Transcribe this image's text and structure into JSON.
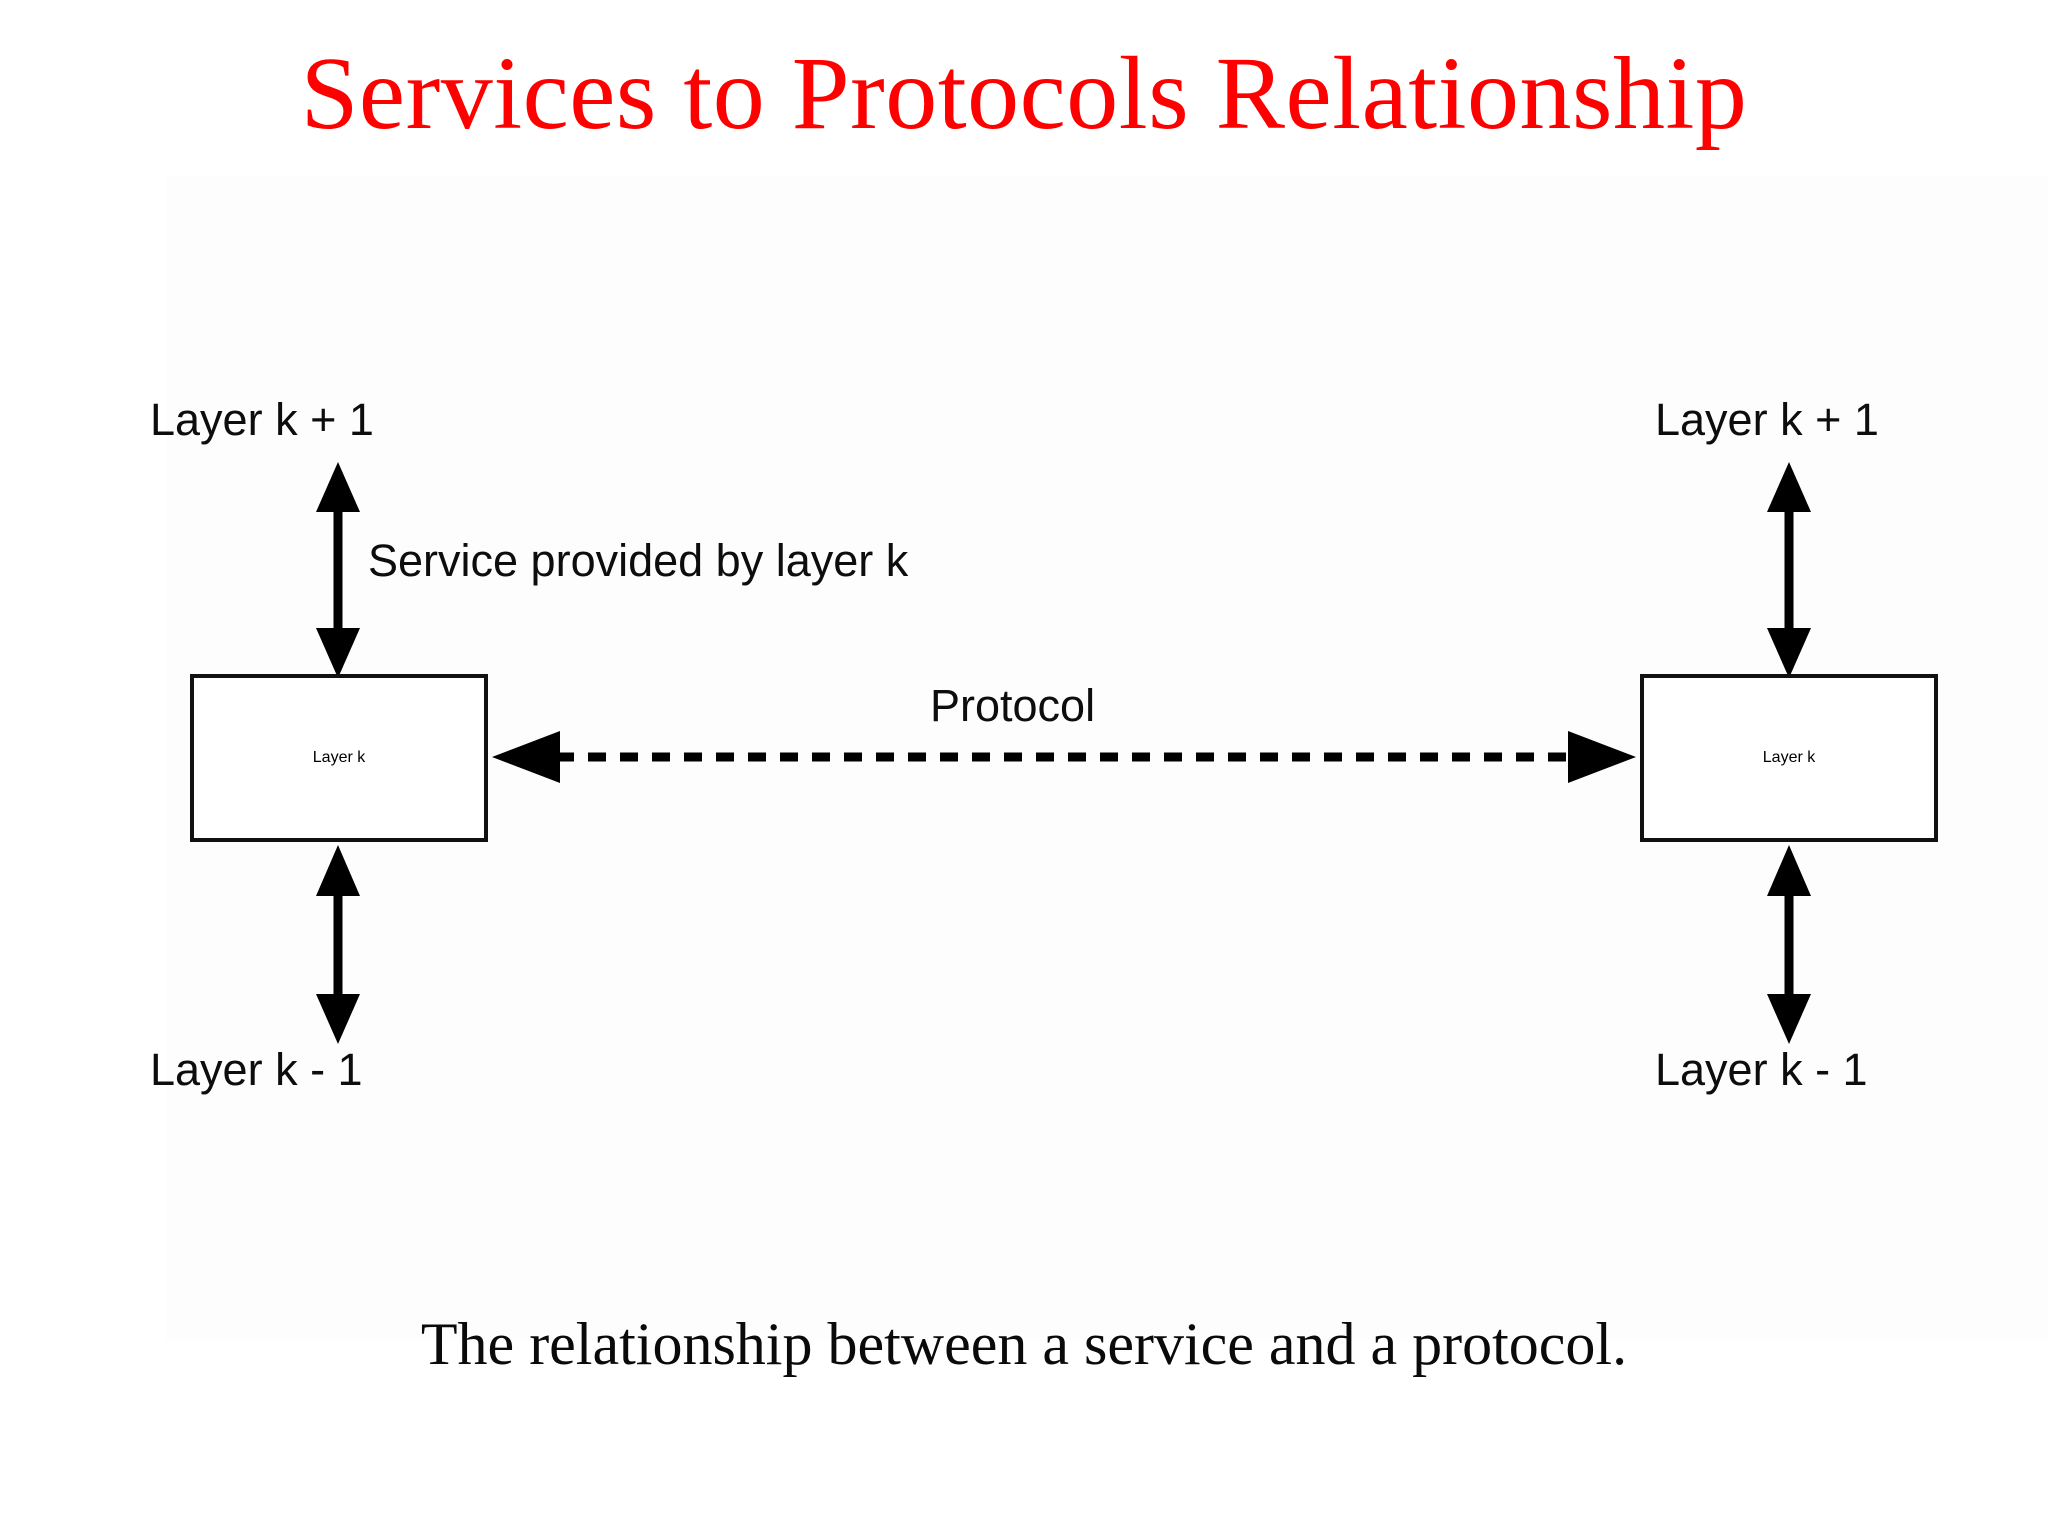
{
  "slide": {
    "title": "Services to Protocols Relationship",
    "caption": "The relationship between a service and a protocol.",
    "title_color": "#ff0000",
    "text_color": "#0d0d0d",
    "background": "#ffffff"
  },
  "diagram": {
    "type": "two-host layered protocol/service relationship",
    "left_stack": {
      "top_label": "Layer k + 1",
      "box_label": "Layer k",
      "bottom_label": "Layer k - 1"
    },
    "right_stack": {
      "top_label": "Layer k + 1",
      "box_label": "Layer k",
      "bottom_label": "Layer k - 1"
    },
    "service_label": "Service provided by layer k",
    "protocol_label": "Protocol",
    "connectors": {
      "vertical_style": "solid double-headed arrow",
      "horizontal_style": "dashed double-headed arrow",
      "stroke_color": "#000000"
    }
  }
}
